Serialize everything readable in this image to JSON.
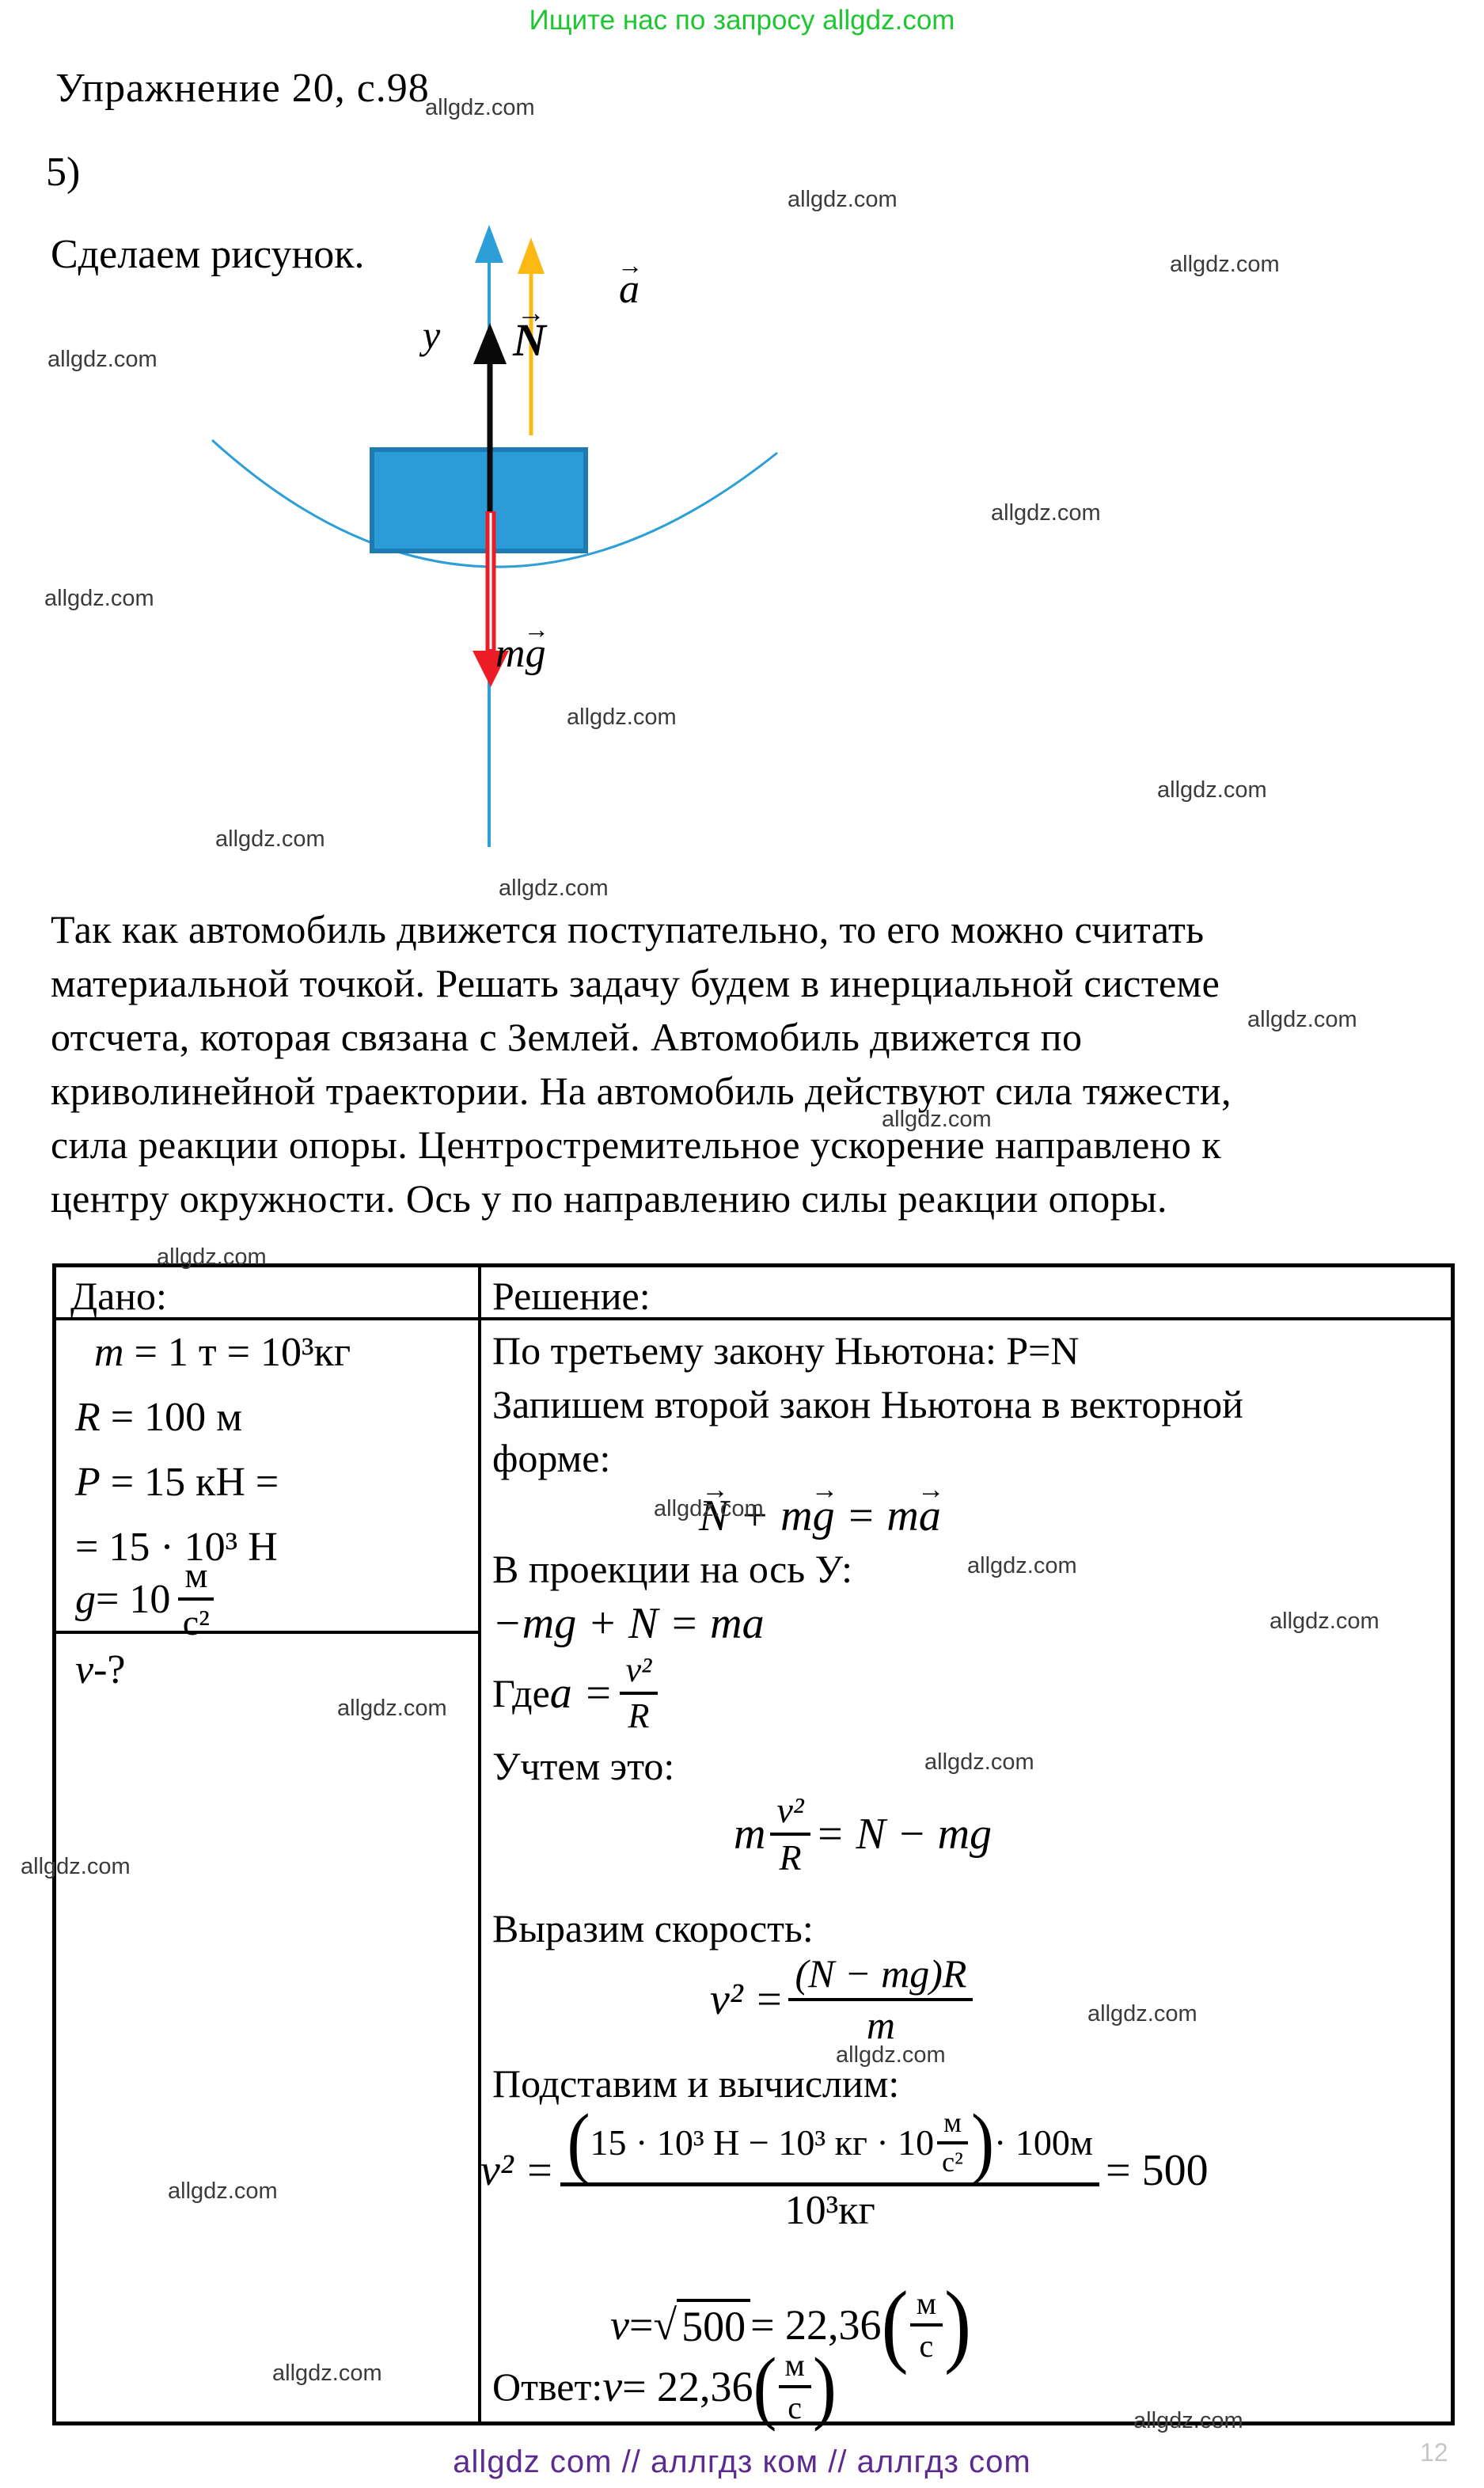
{
  "banner": {
    "text": "Ищите нас по запросу allgdz.com",
    "color": "#1ec732"
  },
  "watermark": {
    "text": "allgdz.com"
  },
  "header": {
    "title": "Упражнение 20, с.98",
    "item_number": "5)",
    "intro": "Сделаем рисунок."
  },
  "diagram": {
    "labels": {
      "axis": "y",
      "normal": "N",
      "accel": "a",
      "gravity_m": "m",
      "gravity_g": "g"
    },
    "colors": {
      "blue": "#2d9fd8",
      "yellow": "#fcb813",
      "red": "#ec1c24",
      "rect_fill": "#2b9cd8",
      "rect_border": "#1d7ab3",
      "black": "#0a0a0a"
    }
  },
  "paragraph": {
    "lines": [
      "Так как автомобиль движется поступательно, то его можно считать",
      "материальной точкой. Решать задачу будем в инерциальной системе",
      "отсчета, которая связана с Землей. Автомобиль движется по",
      "криволинейной траектории. На автомобиль действуют сила тяжести,",
      "сила реакции опоры. Центростремительное ускорение направлено к",
      "центру окружности. Ось у по направлению силы реакции опоры."
    ]
  },
  "table": {
    "given": {
      "header": "Дано:",
      "rows": [
        {
          "v": "m",
          "rest": " = 1 т = 10³кг"
        },
        {
          "v": "R",
          "rest": " = 100 м"
        },
        {
          "v": "P",
          "rest": " = 15 кН ="
        },
        {
          "v": "",
          "rest": "= 15 · 10³ Н"
        }
      ],
      "g": {
        "v": "g",
        "rest": " = 10",
        "num": "м",
        "den": "с²"
      },
      "find": {
        "v": "v",
        "rest": "-?"
      }
    },
    "solution": {
      "header": "Решение:",
      "line1": "По третьему закону Ньютона: P=N",
      "line2": "Запишем второй закон Ньютона в векторной",
      "line3": "форме:",
      "newton": {
        "n": "N",
        "mid1": " + m",
        "g": "g",
        "mid2": " = m",
        "a": "a"
      },
      "line4": "В проекции на ось У:",
      "proj": "−mg + N = ma",
      "where": {
        "word": "Где ",
        "lhs": "a = ",
        "num": "v²",
        "den": "R"
      },
      "line5": "Учтем это:",
      "combined": {
        "lhs": "m",
        "num": "v²",
        "den": "R",
        "rhs": " = N − mg"
      },
      "line6": "Выразим скорость:",
      "vsq": {
        "lhs": "v² = ",
        "num": "(N − mg)R",
        "den": "m"
      },
      "line7": "Подставим и вычислим:",
      "calc": {
        "lhs": "v² = ",
        "open": "(",
        "pre": "15 · 10³ Н − 10³ кг · 10 ",
        "num": "м",
        "den": "с²",
        "close": ")",
        "post": " · 100м",
        "bden": "10³кг",
        "rhs": " = 500"
      },
      "root": {
        "v": "v",
        "eq": " = ",
        "rad": "√",
        "val": "500",
        "post": " = 22,36 ",
        "open": "(",
        "num": "м",
        "den": "с",
        "close": ")"
      },
      "answer": {
        "label": "Ответ:",
        "v": "v",
        "post": " = 22,36 ",
        "open": "(",
        "num": "м",
        "den": "с",
        "close": ")"
      }
    }
  },
  "footer": {
    "text": "allgdz com // аллгдз ком // аллгдз com",
    "color": "#5b2b8f",
    "page_fragment": "12"
  }
}
